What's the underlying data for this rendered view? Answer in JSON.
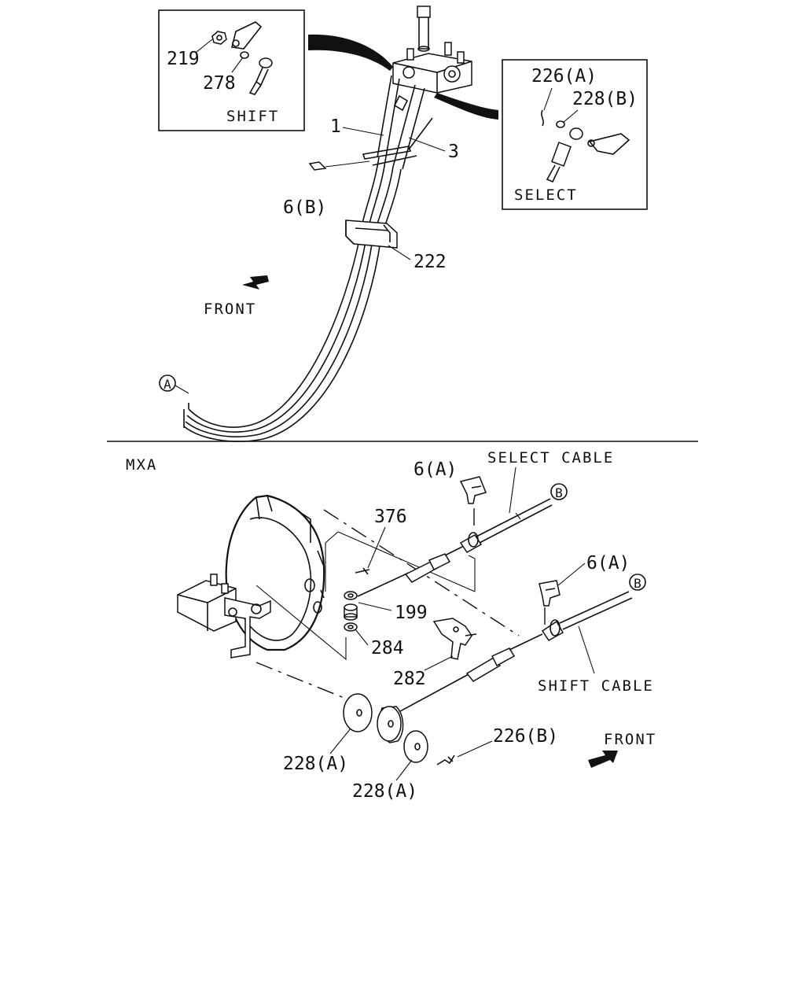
{
  "upper_section": {
    "inset_shift": {
      "title": "SHIFT",
      "callouts": [
        "219",
        "278"
      ]
    },
    "inset_select": {
      "title": "SELECT",
      "callouts": [
        "226(A)",
        "228(B)"
      ]
    },
    "callouts": {
      "c1": "1",
      "c3": "3",
      "c6b": "6(B)",
      "c222": "222",
      "marker_a": "A"
    },
    "front_label": "FRONT"
  },
  "lower_section": {
    "variant_label": "MXA",
    "select_cable_label": "SELECT CABLE",
    "shift_cable_label": "SHIFT CABLE",
    "callouts": {
      "c6a_top": "6(A)",
      "c6a_mid": "6(A)",
      "c376": "376",
      "c199": "199",
      "c284": "284",
      "c282": "282",
      "c226b": "226(B)",
      "c228a_left": "228(A)",
      "c228a_bottom": "228(A)",
      "marker_b_top": "B",
      "marker_b_mid": "B"
    },
    "front_label": "FRONT"
  },
  "icons": {
    "front_arrow_upper": "arrow-down-left-icon",
    "front_arrow_lower": "arrow-up-right-icon"
  }
}
